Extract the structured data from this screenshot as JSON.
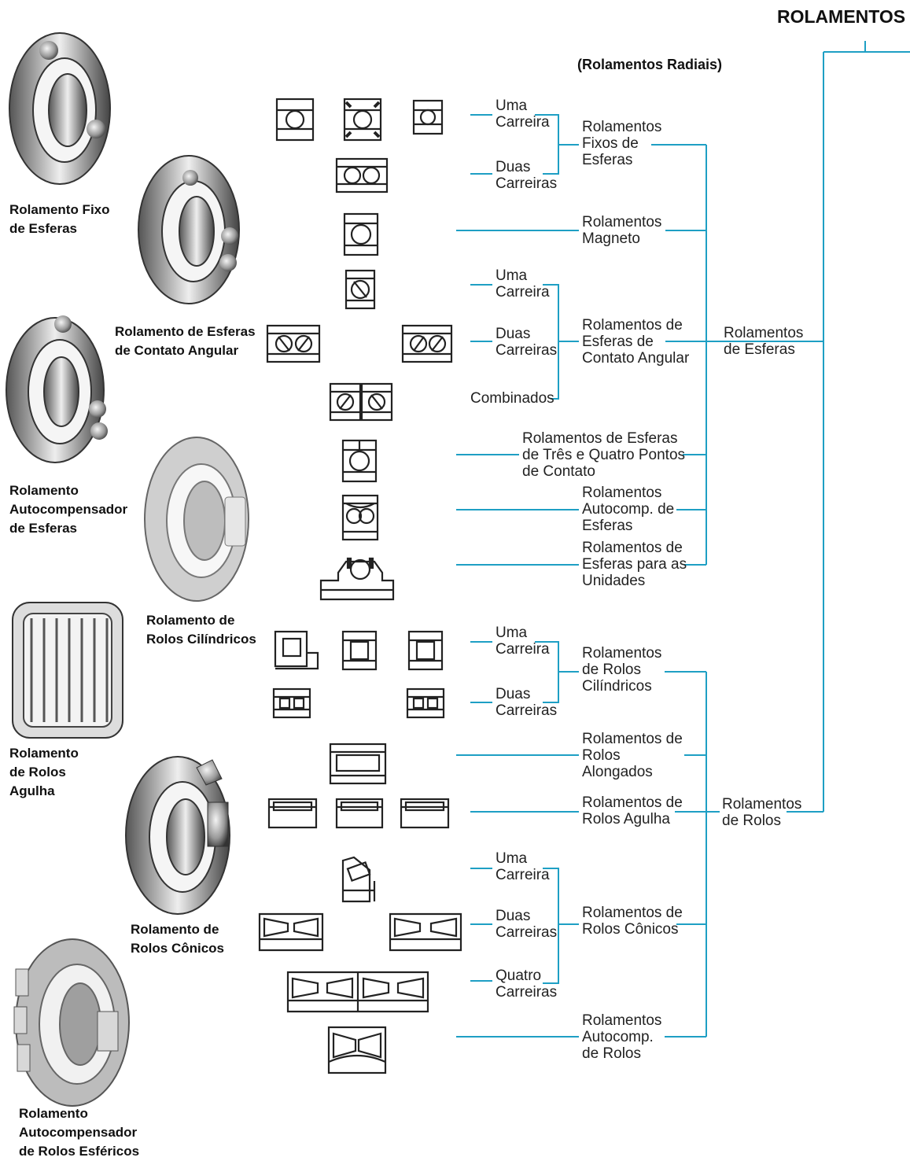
{
  "title": "ROLAMENTOS",
  "subtitle": "(Rolamentos Radiais)",
  "colors": {
    "line": "#1e9fc4",
    "text": "#222222",
    "drawing": "#222222"
  },
  "photo_captions": {
    "fixo": "Rolamento Fixo\nde Esferas",
    "contato_angular": "Rolamento de Esferas\nde Contato Angular",
    "autocomp_esferas": "Rolamento\nAutocompensador\nde Esferas",
    "cilindricos": "Rolamento de\nRolos Cilíndricos",
    "agulha": "Rolamento\nde Rolos\nAgulha",
    "conicos": "Rolamento de\nRolos Cônicos",
    "autocomp_esfericos": "Rolamento\nAutocompensador\nde Rolos Esféricos"
  },
  "rows": {
    "fixos_uma": "Uma\nCarreira",
    "fixos_duas": "Duas\nCarreiras",
    "ang_uma": "Uma\nCarreira",
    "ang_duas": "Duas\nCarreiras",
    "ang_comb": "Combinados",
    "cil_uma": "Uma\nCarreira",
    "cil_duas": "Duas\nCarreiras",
    "con_uma": "Uma\nCarreira",
    "con_duas": "Duas\nCarreiras",
    "con_quatro": "Quatro\nCarreiras"
  },
  "types": {
    "fixos": "Rolamentos\nFixos de\nEsferas",
    "magneto": "Rolamentos\nMagneto",
    "contato_angular": "Rolamentos de\nEsferas de\nContato Angular",
    "tres_quatro": "Rolamentos de Esferas\nde Três e Quatro Pontos\nde Contato",
    "autocomp_esferas": "Rolamentos\nAutocomp. de\nEsferas",
    "unidades": "Rolamentos de\nEsferas para as\nUnidades",
    "cilindricos": "Rolamentos\nde Rolos\nCilíndricos",
    "alongados": "Rolamentos de\nRolos\nAlongados",
    "agulha": "Rolamentos de\nRolos Agulha",
    "conicos": "Rolamentos de\nRolos Cônicos",
    "autocomp_rolos": "Rolamentos\nAutocomp.\nde Rolos"
  },
  "groups": {
    "esferas": "Rolamentos\nde Esferas",
    "rolos": "Rolamentos\nde Rolos"
  }
}
